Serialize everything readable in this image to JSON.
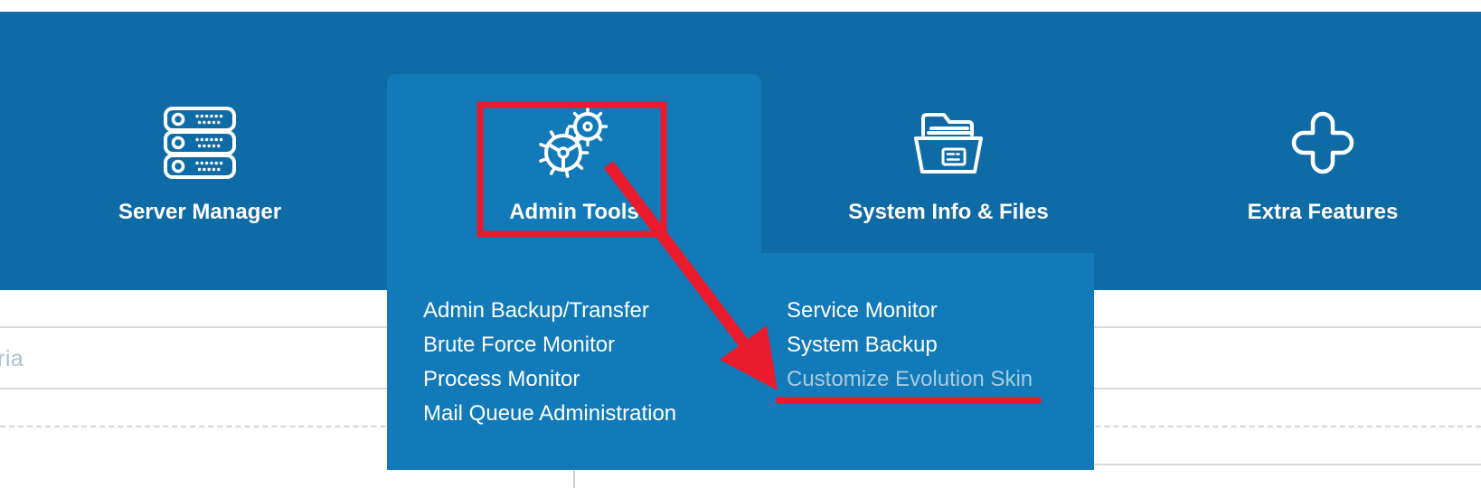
{
  "colors": {
    "navbar_bg": "#0e6ba6",
    "active_panel_bg": "#127ab8",
    "annotation_red": "#ea1b2d",
    "muted_item_text": "#a8cbe0",
    "divider_gray": "#d9d9d9"
  },
  "nav": {
    "items": [
      {
        "label": "Server Manager"
      },
      {
        "label": "Admin Tools"
      },
      {
        "label": "System Info & Files"
      },
      {
        "label": "Extra Features"
      }
    ]
  },
  "dropdown": {
    "columns": {
      "left": [
        "Admin Backup/Transfer",
        "Brute Force Monitor",
        "Process Monitor",
        "Mail Queue Administration"
      ],
      "right": [
        "Service Monitor",
        "System Backup",
        "Customize Evolution Skin"
      ]
    }
  },
  "annotations": {
    "boxed_item": "Admin Tools",
    "underlined_item": "Customize Evolution Skin"
  },
  "page": {
    "partial_text": "ria"
  }
}
